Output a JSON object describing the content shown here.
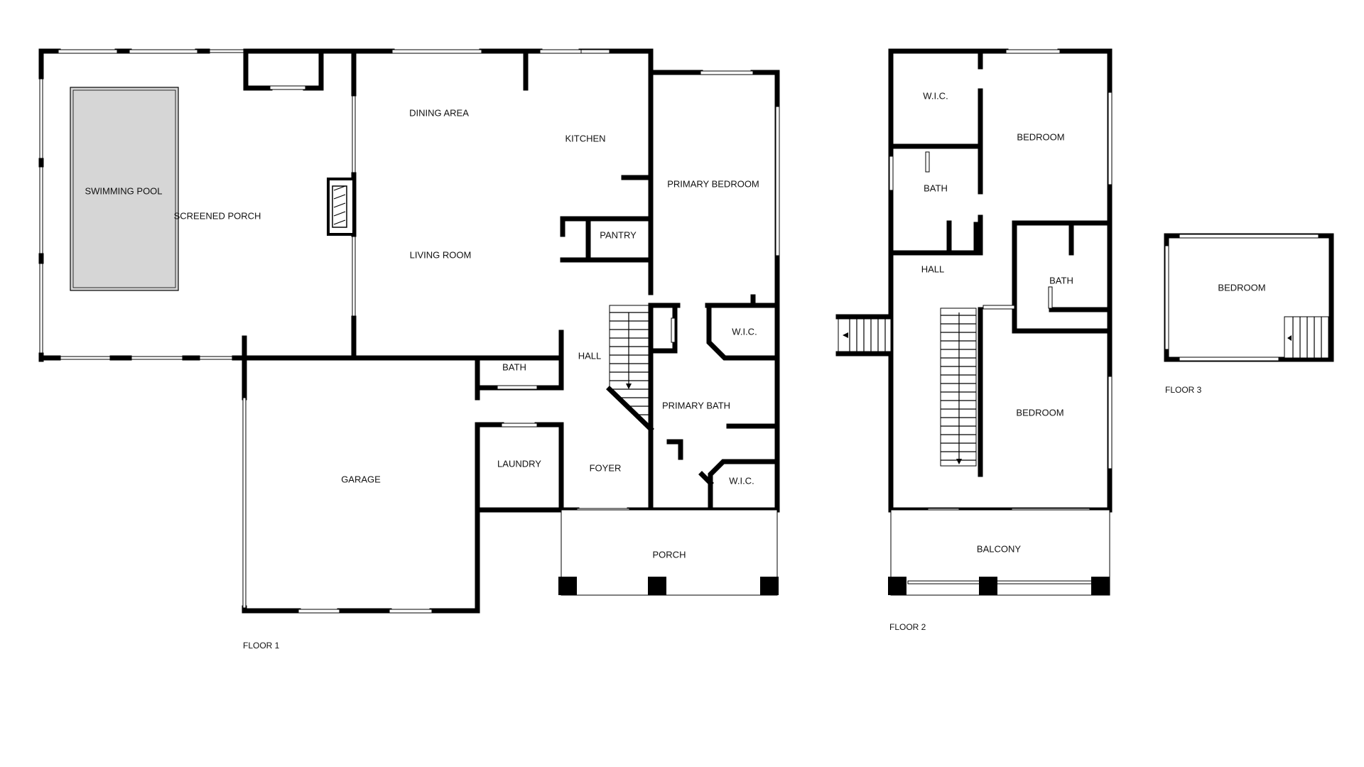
{
  "floors": {
    "floor1": {
      "label": "FLOOR 1",
      "rooms": {
        "swimming_pool": "SWIMMING POOL",
        "screened_porch": "SCREENED PORCH",
        "dining_area": "DINING AREA",
        "kitchen": "KITCHEN",
        "living_room": "LIVING ROOM",
        "pantry": "PANTRY",
        "primary_bedroom": "PRIMARY BEDROOM",
        "hall": "HALL",
        "bath": "BATH",
        "wic_1": "W.I.C.",
        "primary_bath": "PRIMARY BATH",
        "wic_2": "W.I.C.",
        "laundry": "LAUNDRY",
        "foyer": "FOYER",
        "garage": "GARAGE",
        "porch": "PORCH"
      }
    },
    "floor2": {
      "label": "FLOOR 2",
      "rooms": {
        "wic": "W.I.C.",
        "bedroom_1": "BEDROOM",
        "bath_1": "BATH",
        "hall": "HALL",
        "bath_2": "BATH",
        "bedroom_2": "BEDROOM",
        "balcony": "BALCONY"
      }
    },
    "floor3": {
      "label": "FLOOR 3",
      "rooms": {
        "bedroom": "BEDROOM"
      }
    }
  },
  "colors": {
    "wall": "#000000",
    "pool": "#d6d6d6",
    "background": "#ffffff"
  }
}
